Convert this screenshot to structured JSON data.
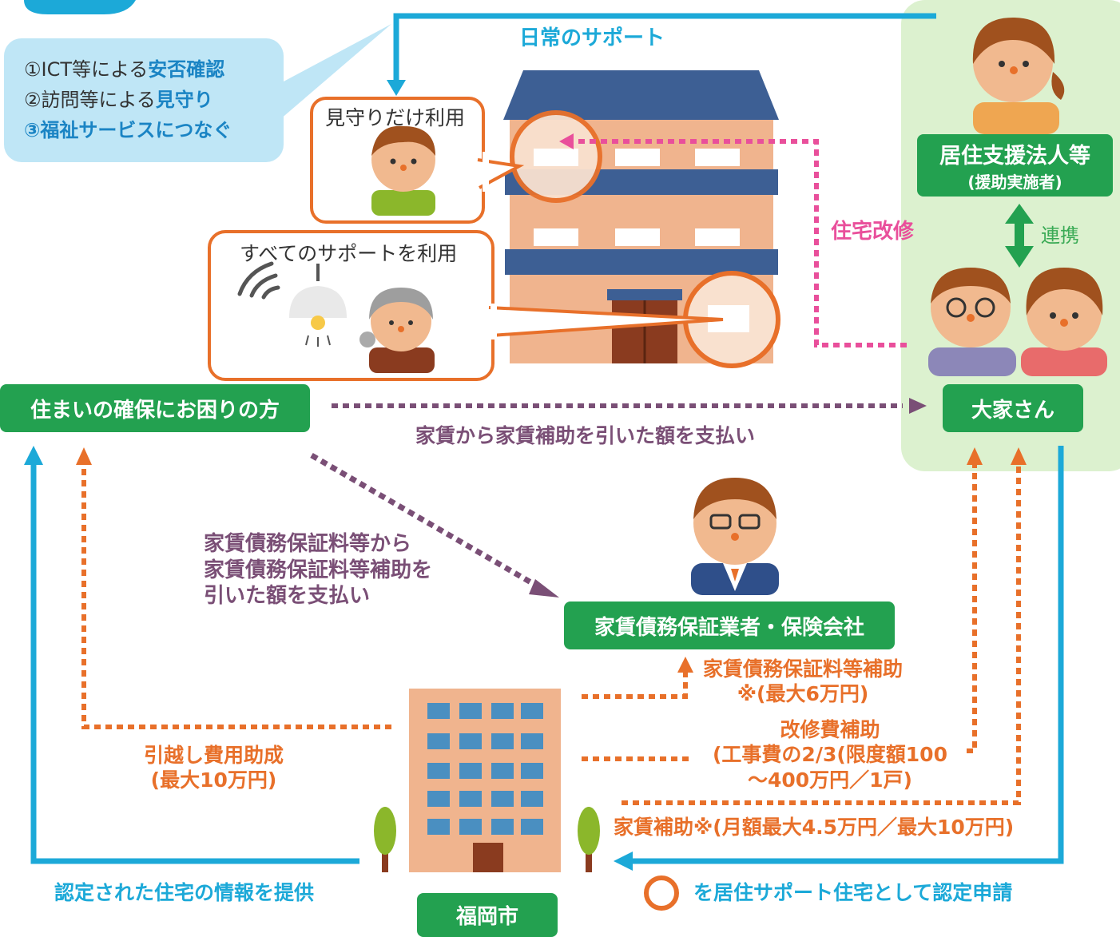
{
  "legend": {
    "line1_prefix": "①ICT等による",
    "line1_bold": "安否確認",
    "line2_prefix": "②訪問等による",
    "line2_bold": "見守り",
    "line3_bold": "③福祉サービスにつなぐ"
  },
  "bubbles": {
    "watch_only": "見守りだけ利用",
    "all_support": "すべてのサポートを利用"
  },
  "arrows": {
    "daily_support": "日常のサポート",
    "renovation": "住宅改修",
    "cooperation": "連携",
    "rent_payment": "家賃から家賃補助を引いた額を支払い",
    "guarantee_payment": "家賃債務保証料等から\n家賃債務保証料等補助を\n引いた額を支払い",
    "guarantee_subsidy": "家賃債務保証料等補助\n※(最大6万円)",
    "renovation_subsidy": "改修費補助\n(工事費の2/3(限度額100\n〜400万円／1戸)",
    "rent_subsidy": "家賃補助※(月額最大4.5万円／最大10万円)",
    "moving_subsidy": "引越し費用助成\n(最大10万円)",
    "info_provide": "認定された住宅の情報を提供",
    "certification_apply": "を居住サポート住宅として認定申請"
  },
  "boxes": {
    "tenant": "住まいの確保にお困りの方",
    "support_org_main": "居住支援法人等",
    "support_org_sub": "(援助実施者)",
    "landlord": "大家さん",
    "guarantor": "家賃債務保証業者・保険会社",
    "city": "福岡市"
  },
  "colors": {
    "green": "#23a150",
    "blue": "#1ca9d8",
    "orange": "#e8702a",
    "purple": "#7a4f76",
    "pink": "#e94f9b",
    "light_blue_bg": "#bfe6f6",
    "light_green_bg": "#dcf1cf"
  }
}
